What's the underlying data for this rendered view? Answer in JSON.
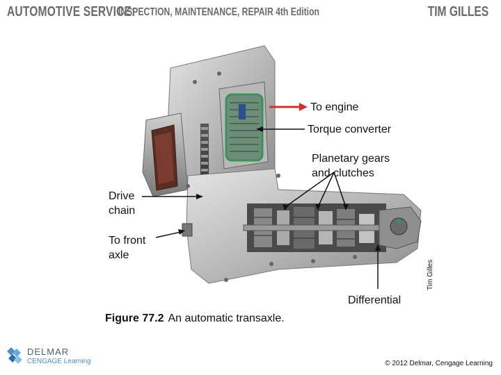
{
  "header": {
    "title": "AUTOMOTIVE SERVICE:",
    "subtitle": "INSPECTION, MAINTENANCE, REPAIR 4th Edition",
    "author": "TIM GILLES"
  },
  "figure": {
    "callouts": {
      "to_engine": "To engine",
      "torque_converter": "Torque converter",
      "planetary_line1": "Planetary gears",
      "planetary_line2": "and clutches",
      "drive_chain_line1": "Drive",
      "drive_chain_line2": "chain",
      "front_axle_line1": "To front",
      "front_axle_line2": "axle",
      "differential": "Differential"
    },
    "photo_credit": "Tim Gilles",
    "caption_number": "Figure 77.2",
    "caption_text": "An automatic transaxle."
  },
  "footer": {
    "logo_line1": "DELMAR",
    "logo_line2": "CENGAGE Learning",
    "copyright": "© 2012 Delmar, Cengage Learning"
  },
  "colors": {
    "header_gray": "#6b6b6b",
    "arrow_red": "#d0312d",
    "converter_green": "#3f8f5a",
    "logo_blue": "#4b8fc4"
  }
}
